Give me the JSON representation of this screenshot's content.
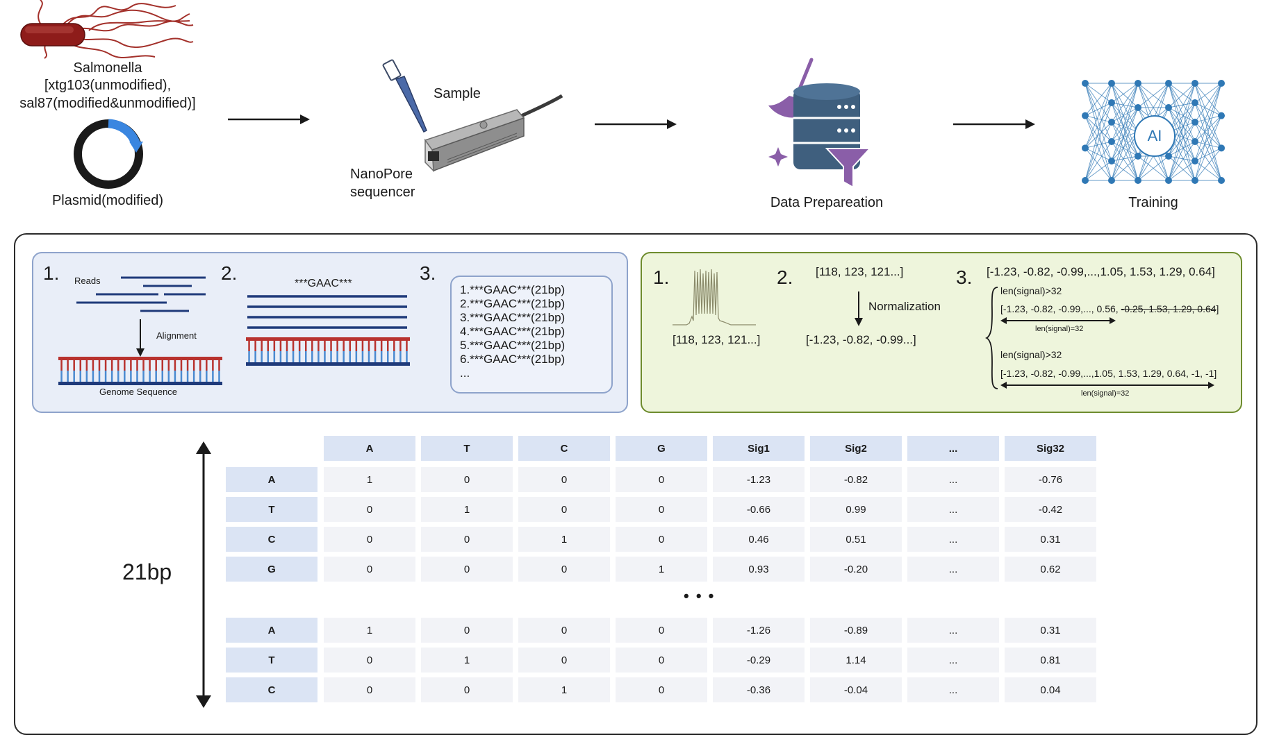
{
  "top": {
    "bacteria_label_1": "Salmonella",
    "bacteria_label_2": "[xtg103(unmodified),",
    "bacteria_label_3": "sal87(modified&unmodified)]",
    "plasmid_label": "Plasmid(modified)",
    "sample_label": "Sample",
    "sequencer_label_1": "NanoPore",
    "sequencer_label_2": "sequencer",
    "dataprep_label": "Data Prepareation",
    "ai_label": "AI",
    "training_label": "Training"
  },
  "panelA": {
    "step1": "1.",
    "step2": "2.",
    "step3": "3.",
    "reads": "Reads",
    "alignment": "Alignment",
    "genome": "Genome Sequence",
    "motif": "***GAAC***",
    "reads_list": [
      "1.***GAAC***(21bp)",
      "2.***GAAC***(21bp)",
      "3.***GAAC***(21bp)",
      "4.***GAAC***(21bp)",
      "5.***GAAC***(21bp)",
      "6.***GAAC***(21bp)",
      "..."
    ]
  },
  "panelB": {
    "step1": "1.",
    "step2": "2.",
    "step3": "3.",
    "raw_signal": "[118, 123, 121...]",
    "raw_signal_2": "[118, 123, 121...]",
    "normalization": "Normalization",
    "normalized": "[-1.23, -0.82, -0.99...]",
    "full_vector": "[-1.23, -0.82, -0.99,...,1.05, 1.53, 1.29, 0.64]",
    "cond1": "len(signal)>32",
    "trunc_kept": "[-1.23, -0.82, -0.99,..., 0.56, ",
    "trunc_struck": "-0.25, 1.53, 1.29,  0.64",
    "trunc_end": "]",
    "len_label_1": "len(signal)=32",
    "cond2": "len(signal)>32",
    "padded": "[-1.23, -0.82, -0.99,...,1.05, 1.53, 1.29,  0.64,  -1,  -1]",
    "len_label_2": "len(signal)=32"
  },
  "matrix": {
    "length_label": "21bp",
    "columns": [
      "A",
      "T",
      "C",
      "G",
      "Sig1",
      "Sig2",
      "...",
      "Sig32"
    ],
    "ellipsis": "• • •",
    "rows_top": [
      {
        "base": "A",
        "values": [
          "1",
          "0",
          "0",
          "0",
          "-1.23",
          "-0.82",
          "...",
          "-0.76"
        ]
      },
      {
        "base": "T",
        "values": [
          "0",
          "1",
          "0",
          "0",
          "-0.66",
          "0.99",
          "...",
          "-0.42"
        ]
      },
      {
        "base": "C",
        "values": [
          "0",
          "0",
          "1",
          "0",
          "0.46",
          "0.51",
          "...",
          "0.31"
        ]
      },
      {
        "base": "G",
        "values": [
          "0",
          "0",
          "0",
          "1",
          "0.93",
          "-0.20",
          "...",
          "0.62"
        ]
      }
    ],
    "rows_bottom": [
      {
        "base": "A",
        "values": [
          "1",
          "0",
          "0",
          "0",
          "-1.26",
          "-0.89",
          "...",
          "0.31"
        ]
      },
      {
        "base": "T",
        "values": [
          "0",
          "1",
          "0",
          "0",
          "-0.29",
          "1.14",
          "...",
          "0.81"
        ]
      },
      {
        "base": "C",
        "values": [
          "0",
          "0",
          "1",
          "0",
          "-0.36",
          "-0.04",
          "...",
          "0.04"
        ]
      }
    ]
  },
  "colors": {
    "panel_a_border": "#8ea3cb",
    "panel_b_border": "#6e8c2e",
    "dna_blue": "#1f3a7a",
    "dna_red": "#b8322e",
    "network_blue": "#2f78b5",
    "db_blue": "#3f5f7e",
    "broom_purple": "#8a5ea8"
  }
}
